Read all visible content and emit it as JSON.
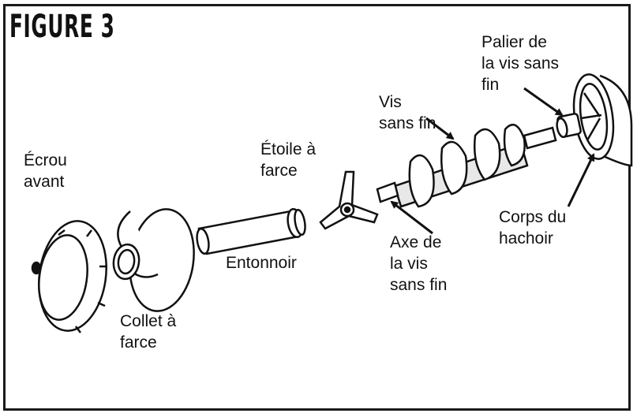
{
  "figure": {
    "title": "FIGURE 3",
    "labels": {
      "ecrou": "Écrou\navant",
      "collet": "Collet à\nfarce",
      "entonnoir": "Entonnoir",
      "etoile": "Étoile à\nfarce",
      "vis": "Vis\nsans fin",
      "axe": "Axe de\nla vis\nsans fin",
      "palier": "Palier de\nla vis sans\nfin",
      "corps": "Corps du\nhachoir"
    }
  }
}
